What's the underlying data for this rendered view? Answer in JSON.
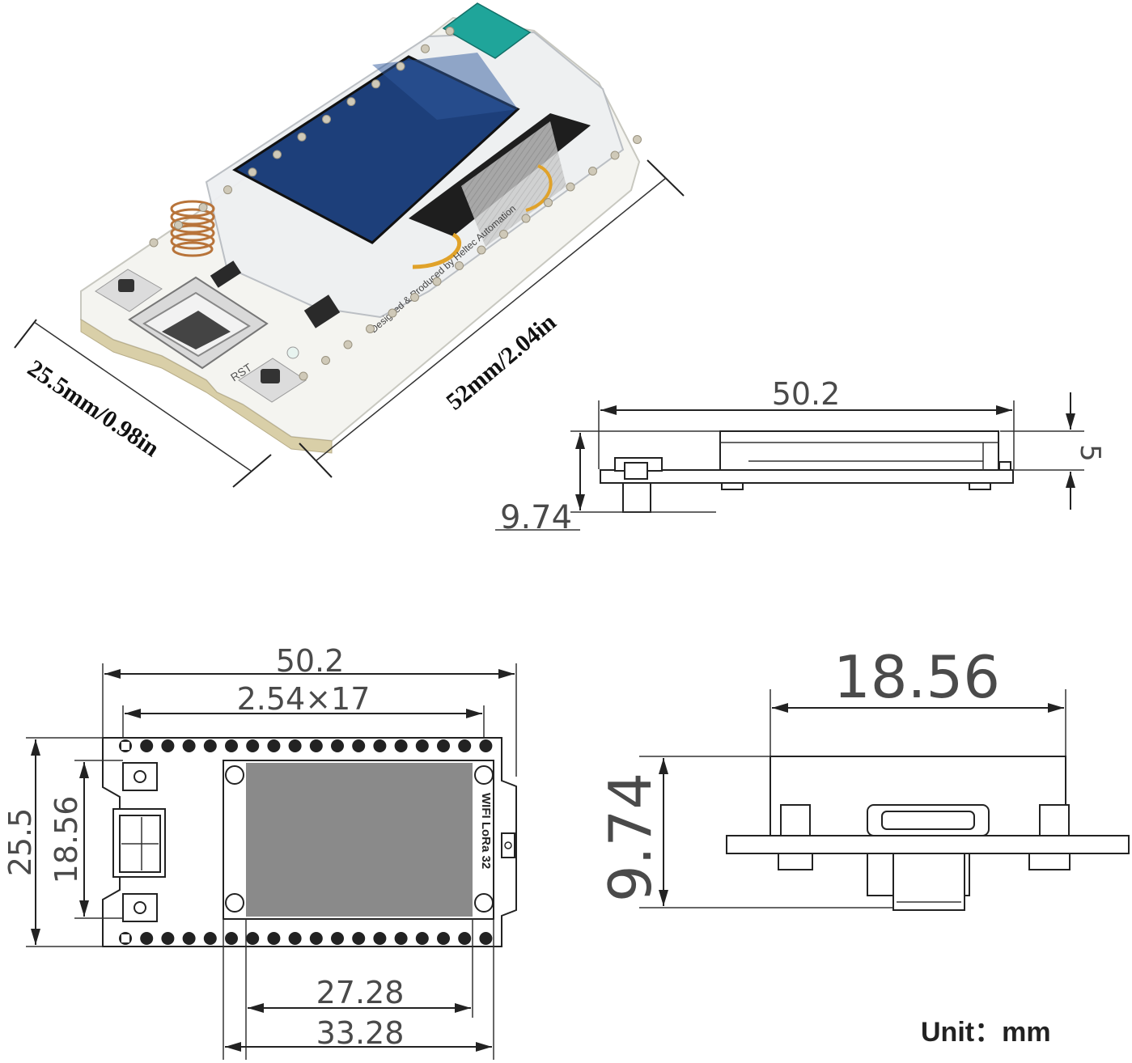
{
  "photo": {
    "width_label": "25.5mm/0.98in",
    "length_label": "52mm/2.04in",
    "silkscreen_text": "Designed & Produced by Heltec Automation",
    "button_label": "RST"
  },
  "side_view": {
    "length": "50.2",
    "board_height": "5",
    "total_height": "9.74"
  },
  "top_view": {
    "length": "50.2",
    "pin_span": "2.54×17",
    "width": "25.5",
    "inner_width": "18.56",
    "display_width": "27.28",
    "display_outer": "33.28",
    "board_label": "WIFI LoRa 32"
  },
  "end_view": {
    "width": "18.56",
    "height": "9.74"
  },
  "unit_label": "Unit：mm"
}
